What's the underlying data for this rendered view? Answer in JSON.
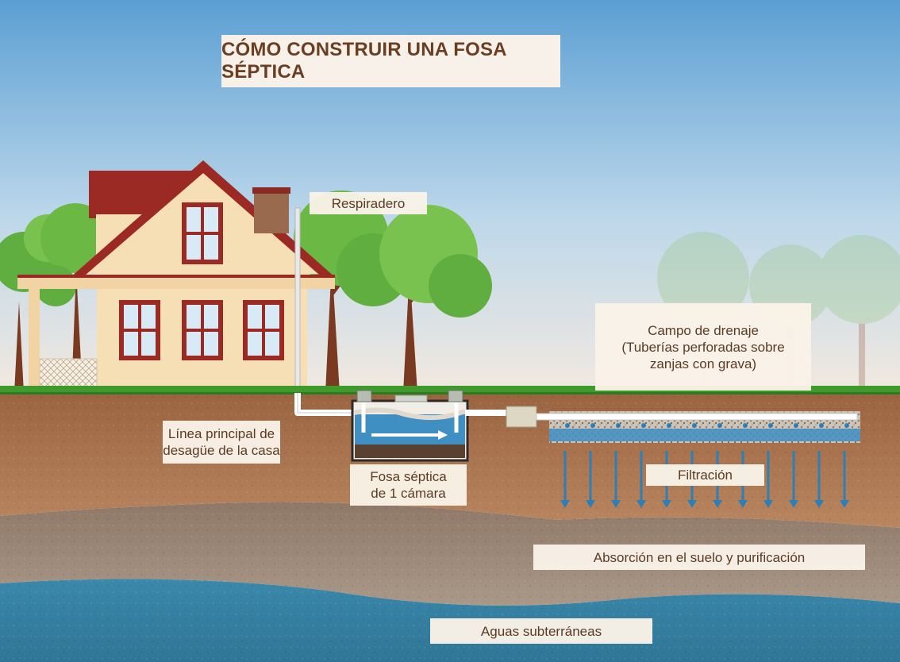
{
  "title": "CÓMO CONSTRUIR UNA FOSA SÉPTICA",
  "labels": {
    "vent": "Respiradero",
    "drain_field_line1": "Campo de drenaje",
    "drain_field_line2": "(Tuberías perforadas sobre",
    "drain_field_line3": "zanjas con grava)",
    "main_drain_line1": "Línea principal de",
    "main_drain_line2": "desagüe de la casa",
    "tank_line1": "Fosa séptica",
    "tank_line2": "de 1 cámara",
    "filtration": "Filtración",
    "absorption": "Absorción en el suelo y purificación",
    "groundwater": "Aguas subterráneas"
  },
  "colors": {
    "sky_top": "#5b9fd3",
    "sky_bottom": "#f2e9e0",
    "grass": "#3f9a2c",
    "soil_upper": "#a8704a",
    "soil_middle": "#9b8778",
    "groundwater": "#3b86a8",
    "house_wall": "#f6dfb5",
    "roof": "#9b2a25",
    "water": "#3f8fc2",
    "label_text": "#5a3b24"
  }
}
